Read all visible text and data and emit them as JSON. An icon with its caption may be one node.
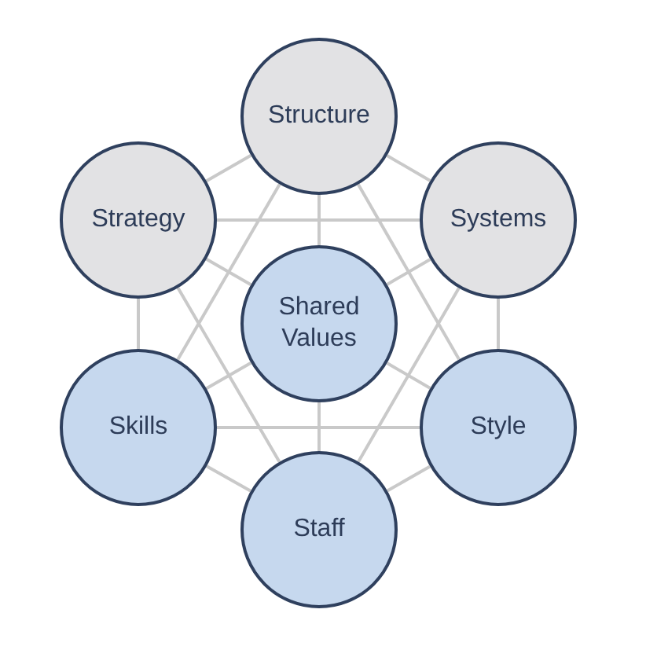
{
  "diagram": {
    "nodes": [
      {
        "text": [
          "Structure"
        ]
      },
      {
        "text": [
          "Strategy"
        ]
      },
      {
        "text": [
          "Systems"
        ]
      },
      {
        "text": [
          "Shared Values"
        ]
      },
      {
        "text": [
          "Skills"
        ]
      },
      {
        "text": [
          "Style"
        ]
      },
      {
        "text": [
          "Staff"
        ]
      }
    ],
    "edges": [
      {
        "from": 0,
        "to": 2,
        "arrow": "none"
      },
      {
        "from": 2,
        "to": 5,
        "arrow": "none"
      },
      {
        "from": 5,
        "to": 6,
        "arrow": "none"
      },
      {
        "from": 6,
        "to": 4,
        "arrow": "none"
      },
      {
        "from": 4,
        "to": 1,
        "arrow": "none"
      },
      {
        "from": 1,
        "to": 0,
        "arrow": "none"
      },
      {
        "from": 1,
        "to": 2,
        "arrow": "none"
      },
      {
        "from": 4,
        "to": 5,
        "arrow": "none"
      },
      {
        "from": 0,
        "to": 4,
        "arrow": "none"
      },
      {
        "from": 0,
        "to": 5,
        "arrow": "none"
      },
      {
        "from": 1,
        "to": 6,
        "arrow": "none"
      },
      {
        "from": 2,
        "to": 6,
        "arrow": "none"
      },
      {
        "from": 3,
        "to": 0,
        "arrow": "none"
      },
      {
        "from": 3,
        "to": 1,
        "arrow": "none"
      },
      {
        "from": 3,
        "to": 2,
        "arrow": "none"
      },
      {
        "from": 3,
        "to": 4,
        "arrow": "none"
      },
      {
        "from": 3,
        "to": 5,
        "arrow": "none"
      },
      {
        "from": 3,
        "to": 6,
        "arrow": "none"
      }
    ]
  }
}
